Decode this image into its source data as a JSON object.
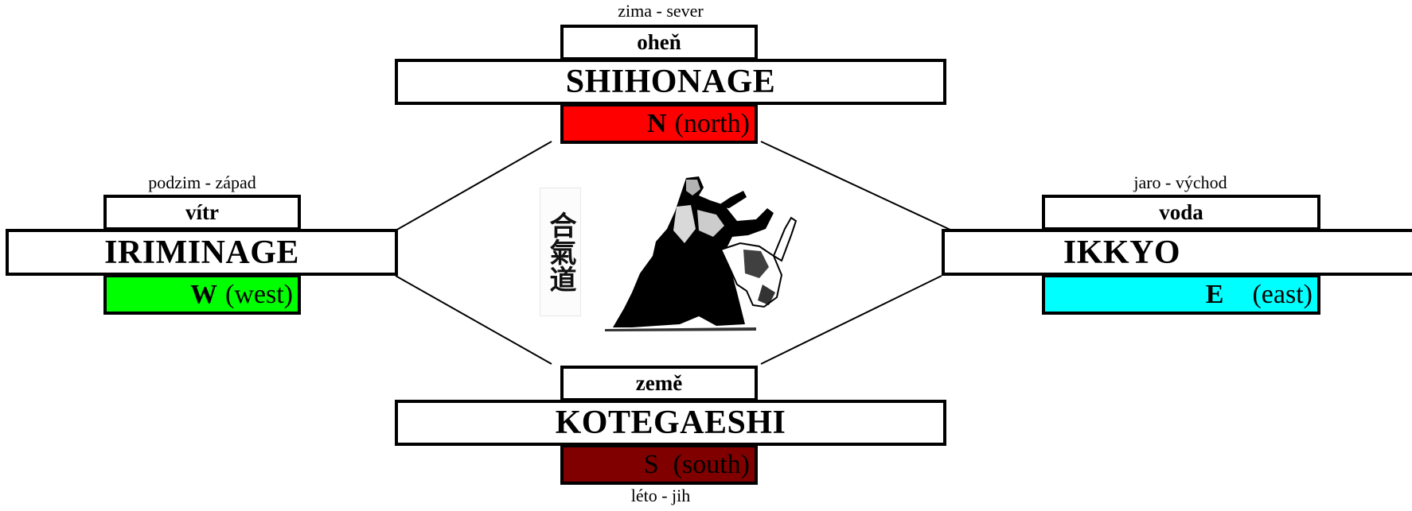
{
  "colors": {
    "north": "#ff0000",
    "west": "#00ff00",
    "east": "#00ffff",
    "south": "#800000"
  },
  "north": {
    "season": "zima - sever",
    "element": "oheň",
    "technique": "SHIHONAGE",
    "letter": "N",
    "direction": "(north)"
  },
  "west": {
    "season": "podzim - západ",
    "element": "vítr",
    "technique": "IRIMINAGE",
    "letter": "W",
    "direction": "(west)"
  },
  "east": {
    "season": "jaro - východ",
    "element": "voda",
    "technique": "IKKYO",
    "letter": "E",
    "direction": "(east)"
  },
  "south": {
    "season": "léto - jih",
    "element": "země",
    "technique": "KOTEGAESHI",
    "letter": "S",
    "direction": "(south)"
  },
  "center": {
    "image": "aikido-throw-illustration",
    "calligraphy": "合氣道"
  }
}
